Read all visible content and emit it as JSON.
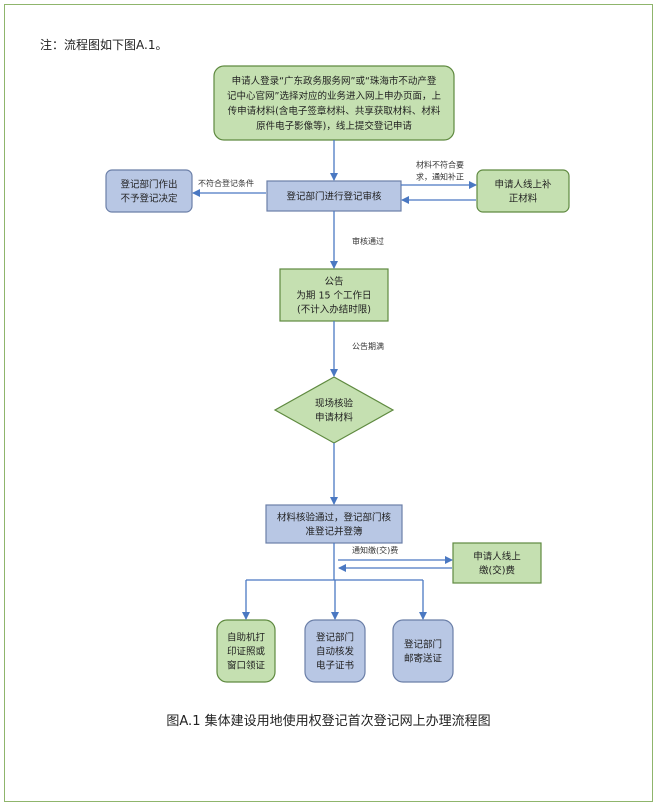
{
  "note": "注：流程图如下图A.1。",
  "caption": "图A.1 集体建设用地使用权登记首次登记网上办理流程图",
  "colors": {
    "green_fill": "#c5e0b1",
    "blue_fill": "#b8c7e4",
    "arrow": "#4a78c2",
    "frame": "#8fb56c"
  },
  "nodes": {
    "apply_online": [
      "申请人登录“广东政务服务网”或“珠海市不动产登",
      "记中心官网”选择对应的业务进入网上申办页面，上",
      "传申请材料(含电子签章材料、共享获取材料、材料",
      "原件电子影像等)，线上提交登记申请"
    ],
    "review": [
      "登记部门进行登记审核"
    ],
    "reject": [
      "登记部门作出",
      "不予登记决定"
    ],
    "supplement": [
      "申请人线上补",
      "正材料"
    ],
    "announce": [
      "公告",
      "为期 15 个工作日",
      "(不计入办结时限)"
    ],
    "verify": [
      "现场核验",
      "申请材料"
    ],
    "approve": [
      "材料核验通过，登记部门核",
      "准登记并登簿"
    ],
    "pay": [
      "申请人线上",
      "缴(交)费"
    ],
    "self_print": [
      "自助机打",
      "印证照或",
      "窗口领证"
    ],
    "e_cert": [
      "登记部门",
      "自动核发",
      "电子证书"
    ],
    "mail": [
      "登记部门",
      "邮寄送证"
    ]
  },
  "edge_labels": {
    "not_met": "不符合登记条件",
    "material_issue": [
      "材料不符合要",
      "求，通知补正"
    ],
    "passed": "审核通过",
    "announce_done": "公告期满",
    "notify_pay": "通知缴(交)费"
  }
}
